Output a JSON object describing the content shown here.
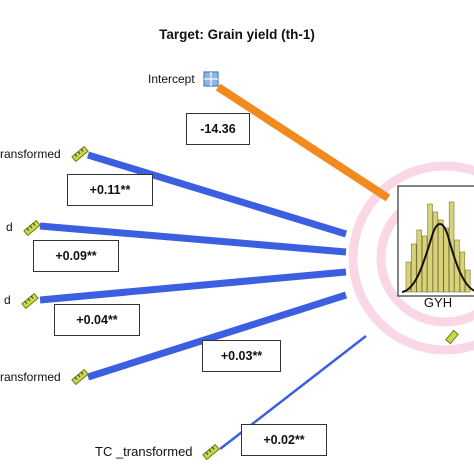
{
  "title": "Target: Grain yield (th-1)",
  "target": {
    "label": "GYH"
  },
  "intercept": {
    "label": "Intercept",
    "coefficient": "-14.36"
  },
  "predictors": [
    {
      "label": "ransformed",
      "coefficient": "+0.11**"
    },
    {
      "label": "d",
      "coefficient": "+0.09**"
    },
    {
      "label": "d",
      "coefficient": "+0.04**"
    },
    {
      "label": "ransformed",
      "coefficient": "+0.03**"
    },
    {
      "label": "TC _transformed",
      "coefficient": "+0.02**"
    }
  ],
  "colors": {
    "positive_edge": "#3b5fe0",
    "negative_edge": "#f28b1f",
    "target_ring": "#f6c6dc",
    "histogram_bar": "#d8d27a",
    "density_curve": "#111111"
  },
  "icons": {
    "intercept": "intercept-grid-icon",
    "predictor": "ruler-icon",
    "target": "histogram-icon"
  }
}
